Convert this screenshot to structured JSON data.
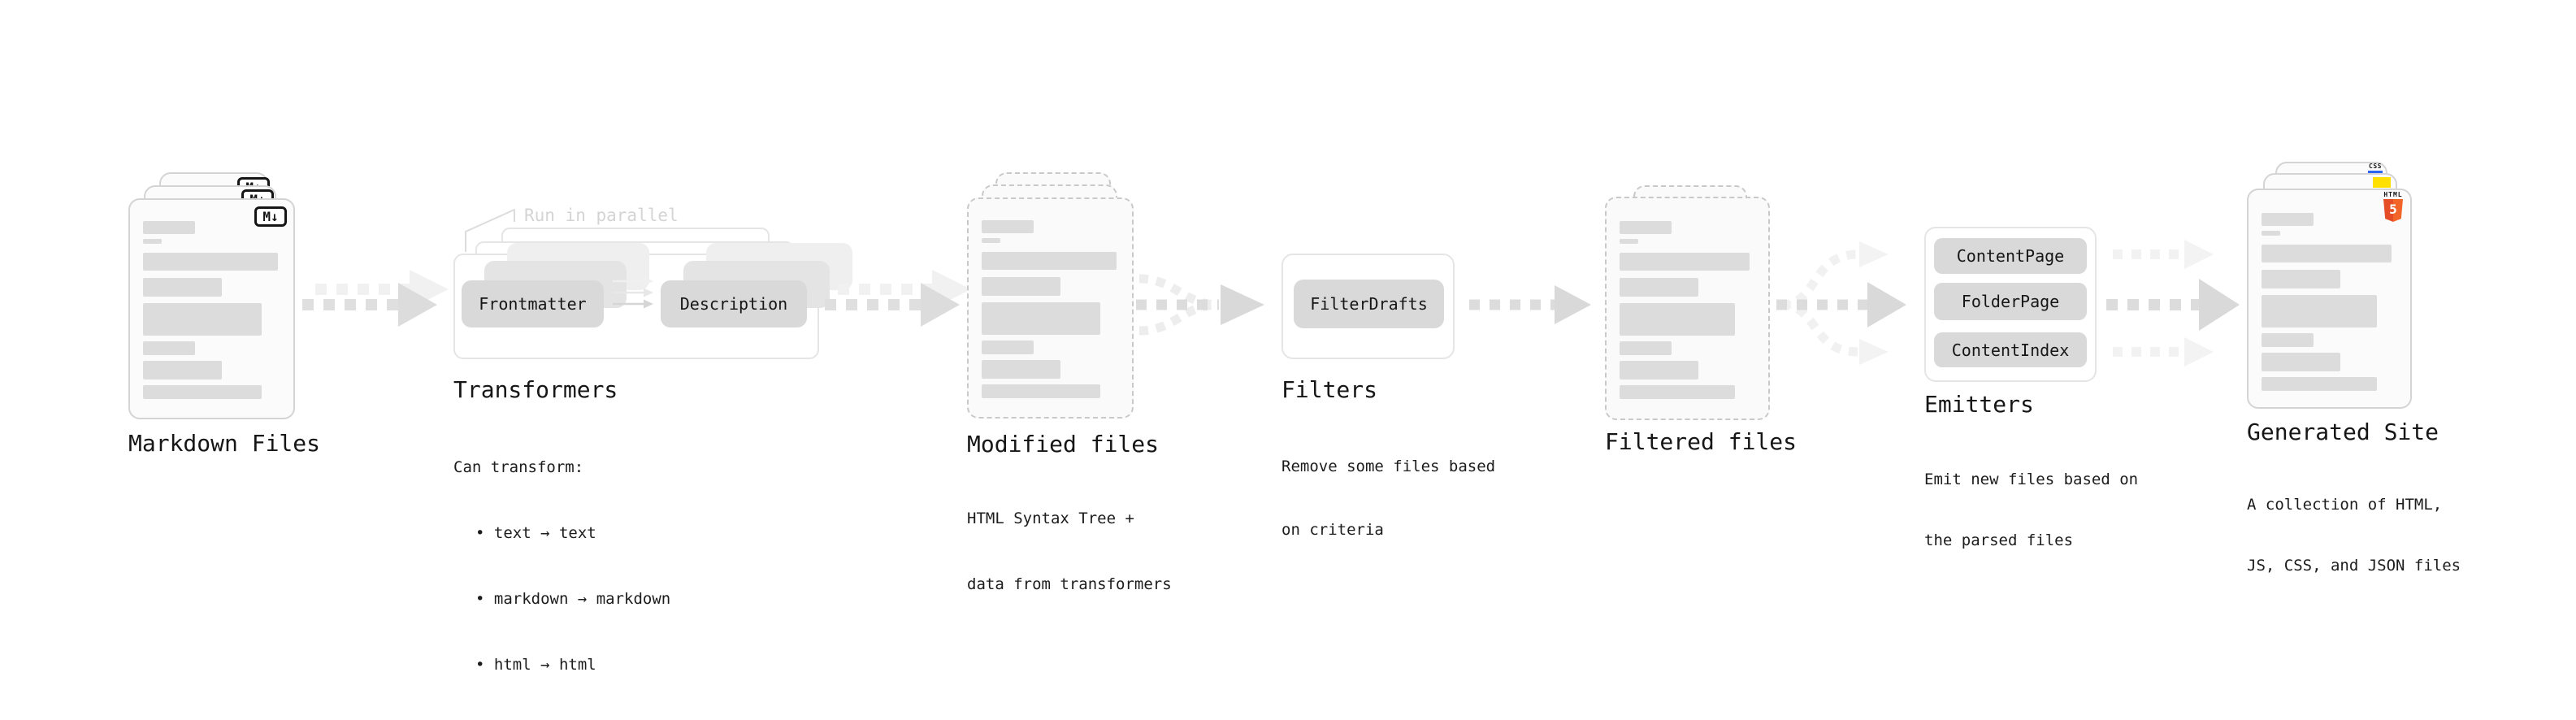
{
  "stages": {
    "markdown": {
      "label": "Markdown Files",
      "badge": "M↓"
    },
    "transformers": {
      "label": "Transformers",
      "annotation": "Run in parallel",
      "pills": [
        "Frontmatter",
        "Description"
      ],
      "desc_title": "Can transform:",
      "bullets": [
        "• text → text",
        "• markdown → markdown",
        "• html → html"
      ]
    },
    "modified": {
      "label": "Modified files",
      "desc": [
        "HTML Syntax Tree +",
        "data from transformers"
      ]
    },
    "filters": {
      "label": "Filters",
      "pill": "FilterDrafts",
      "desc": [
        "Remove some files based",
        "on criteria"
      ]
    },
    "filtered": {
      "label": "Filtered files"
    },
    "emitters": {
      "label": "Emitters",
      "pills": [
        "ContentPage",
        "FolderPage",
        "ContentIndex"
      ],
      "desc": [
        "Emit new files based on",
        "the parsed files"
      ]
    },
    "generated": {
      "label": "Generated Site",
      "badges": {
        "css": "CSS",
        "html_word": "HTML",
        "html_num": "5"
      },
      "desc": [
        "A collection of HTML,",
        "JS, CSS, and JSON files"
      ]
    }
  },
  "colors": {
    "html5_orange": "#e44d26",
    "html5_orange_light": "#f16529",
    "js_yellow": "#ffe000",
    "css_blue": "#2965f1"
  }
}
